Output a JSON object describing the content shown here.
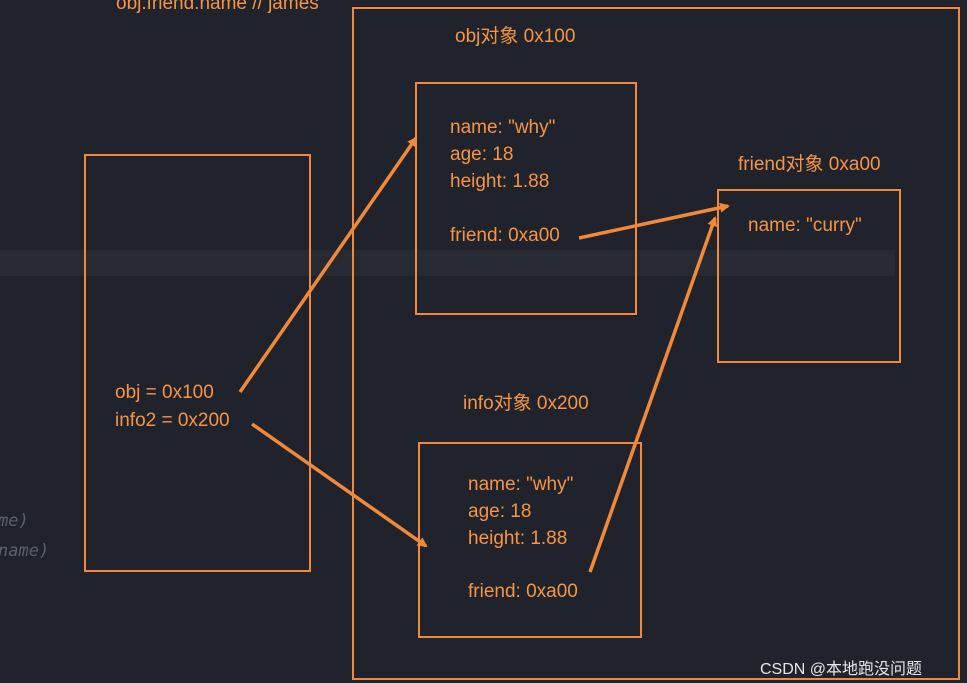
{
  "top_text": "obj.friend.name // james",
  "faint_code": [
    "me)",
    "name)"
  ],
  "stack_lines": [
    "obj = 0x100",
    "info2 = 0x200"
  ],
  "obj_object": {
    "title": "obj对象 0x100",
    "lines": [
      "name: \"why\"",
      "age: 18",
      "height: 1.88",
      "friend: 0xa00"
    ]
  },
  "friend_object": {
    "title": "friend对象 0xa00",
    "lines": [
      "name: \"curry\""
    ]
  },
  "info_object": {
    "title": "info对象 0x200",
    "lines": [
      "name: \"why\"",
      "age: 18",
      "height: 1.88",
      "friend: 0xa00"
    ]
  },
  "watermark": "CSDN @本地跑没问题",
  "colors": {
    "accent": "#f08a3a",
    "text": "#f59545",
    "background": "#20232b"
  }
}
